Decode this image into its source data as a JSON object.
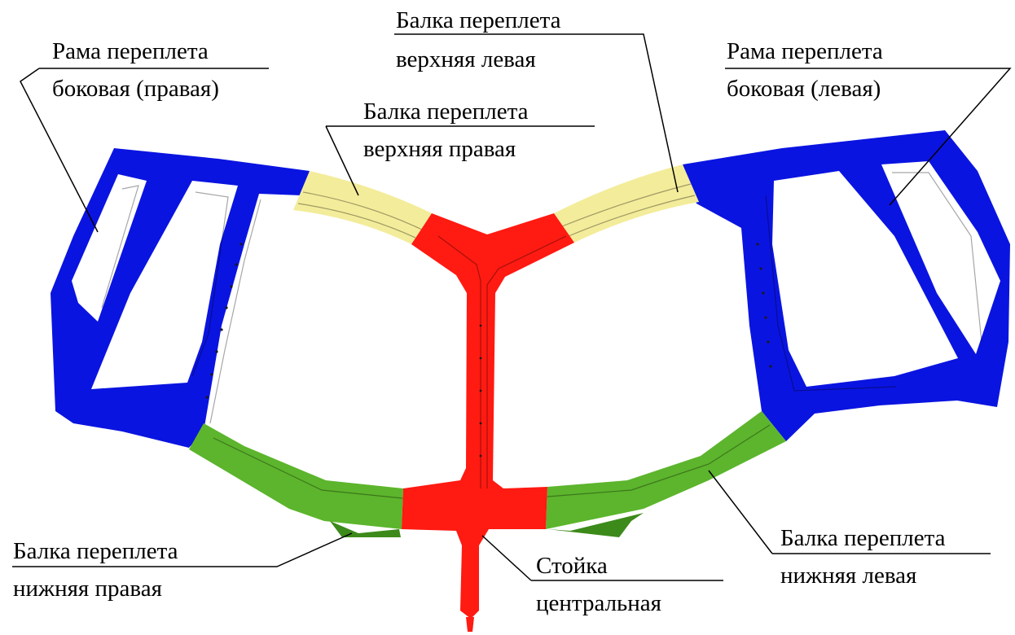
{
  "labels": {
    "frame_side_right": [
      "Рама переплета",
      "боковая (правая)"
    ],
    "beam_top_left": [
      "Балка переплета",
      "верхняя левая"
    ],
    "frame_side_left": [
      "Рама переплета",
      "боковая (левая)"
    ],
    "beam_top_right": [
      "Балка переплета",
      "верхняя правая"
    ],
    "beam_bottom_left": [
      "Балка переплета",
      "нижняя левая"
    ],
    "beam_bottom_right": [
      "Балка переплета",
      "нижняя правая"
    ],
    "center_post": [
      "Стойка",
      "центральная"
    ]
  },
  "colors": {
    "frame_side": "#0a14e0",
    "beam_top": "#f3ec9a",
    "beam_bottom": "#5cb52c",
    "center_post": "#ff1a12",
    "background": "#ffffff"
  }
}
